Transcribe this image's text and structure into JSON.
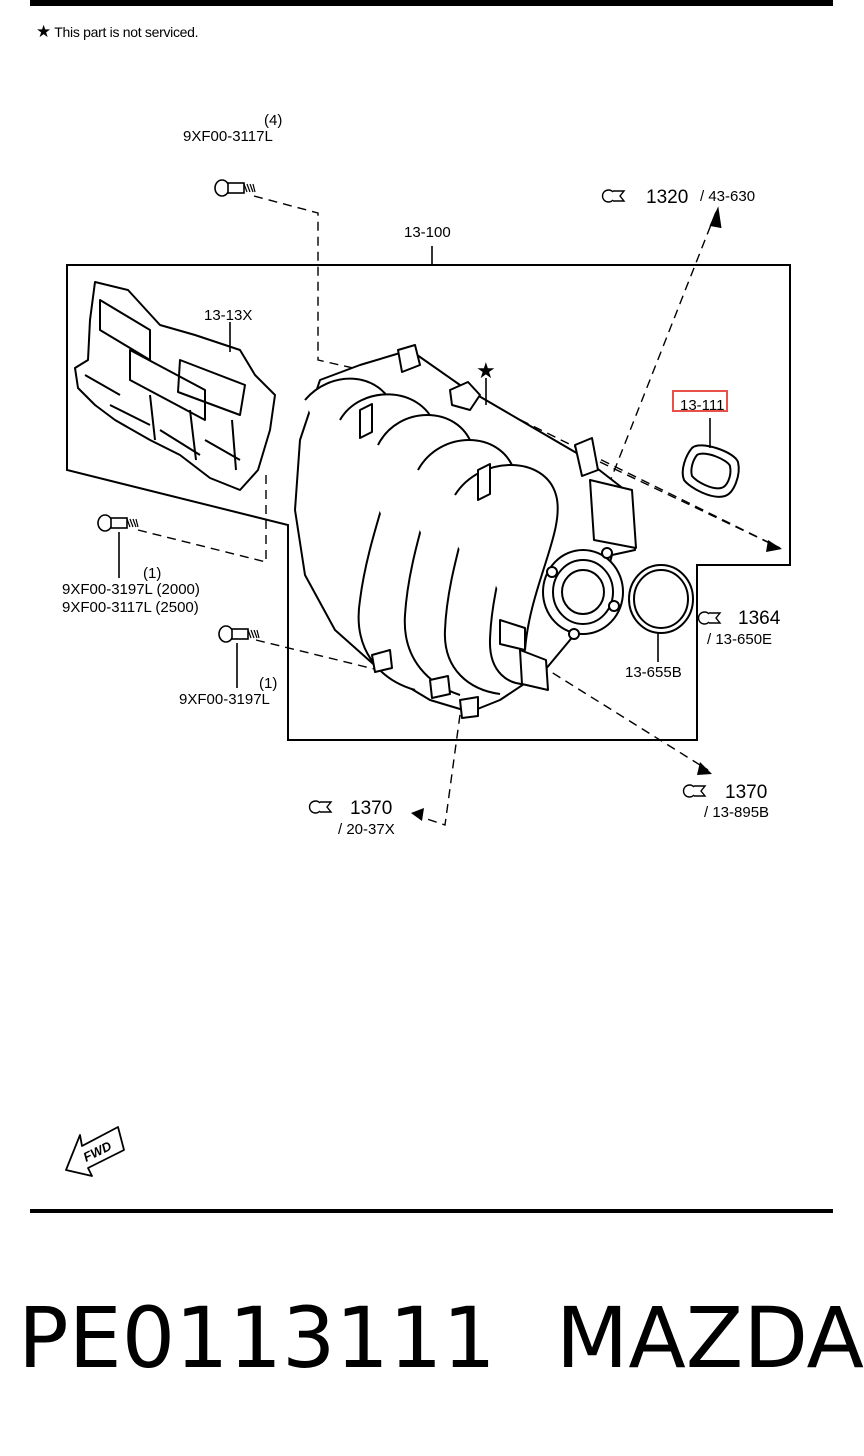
{
  "note": {
    "star": "★",
    "text": "This part is not serviced."
  },
  "labels": {
    "bolt_top_qty": "(4)",
    "bolt_top_part": "9XF00-3117L",
    "assembly": "13-100",
    "cover": "13-13X",
    "star_mark": "★",
    "gasket_highlight": "13-111",
    "bolt_left_qty": "(1)",
    "bolt_left_part_2000": "9XF00-3197L (2000)",
    "bolt_left_part_2500": "9XF00-3117L (2500)",
    "bolt_bottom_qty": "(1)",
    "bolt_bottom_part": "9XF00-3197L",
    "throttle_gasket": "13-655B"
  },
  "refs": {
    "r1320_num": "1320",
    "r1320_sub": "/ 43-630",
    "r1364_num": "1364",
    "r1364_sub": "/ 13-650E",
    "r1370a_num": "1370",
    "r1370a_sub": "/ 13-895B",
    "r1370b_num": "1370",
    "r1370b_sub": "/ 20-37X"
  },
  "fwd_label": "FWD",
  "footer": {
    "part_number": "PE0113111",
    "brand": "MAZDA"
  },
  "colors": {
    "highlight": "#e8504a",
    "ink": "#000000"
  }
}
